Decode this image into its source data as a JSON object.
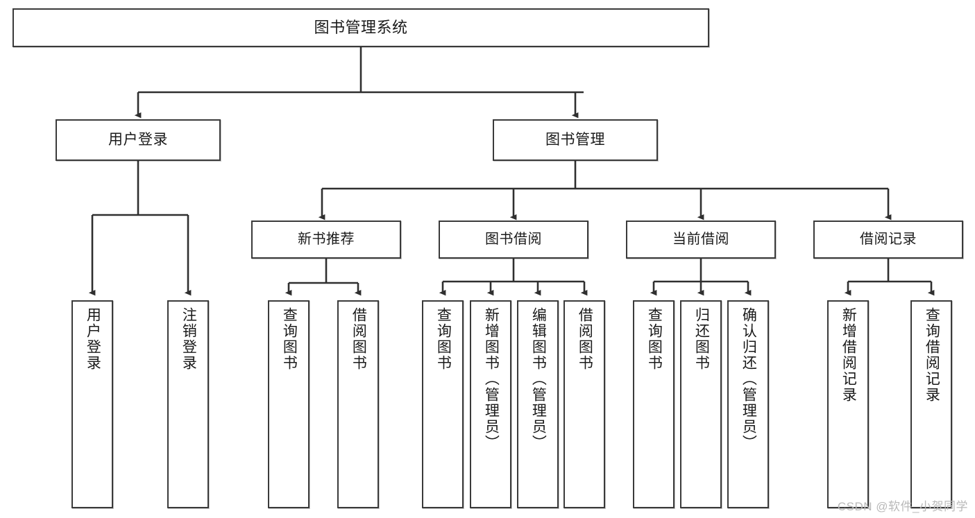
{
  "diagram": {
    "type": "tree",
    "title": "图书管理系统",
    "orientation": "top-down",
    "colors": {
      "box_border": "#3a3a3a",
      "box_fill": "#ffffff",
      "connector": "#2f2f2f",
      "text": "#1a1a1a",
      "watermark": "#b9b9b9"
    },
    "root": {
      "label": "图书管理系统"
    },
    "level2": [
      {
        "label": "用户登录"
      },
      {
        "label": "图书管理"
      }
    ],
    "level3": [
      {
        "label": "新书推荐"
      },
      {
        "label": "图书借阅"
      },
      {
        "label": "当前借阅"
      },
      {
        "label": "借阅记录"
      }
    ],
    "leaves": {
      "user_login": [
        {
          "label": "用户登录"
        },
        {
          "label": "注销登录"
        }
      ],
      "new_book_recommend": [
        {
          "label": "查询图书"
        },
        {
          "label": "借阅图书"
        }
      ],
      "book_borrow": [
        {
          "label": "查询图书"
        },
        {
          "label": "新增图书（管理员）"
        },
        {
          "label": "编辑图书（管理员）"
        },
        {
          "label": "借阅图书"
        }
      ],
      "current_borrow": [
        {
          "label": "查询图书"
        },
        {
          "label": "归还图书"
        },
        {
          "label": "确认归还（管理员）"
        }
      ],
      "borrow_record": [
        {
          "label": "新增借阅记录"
        },
        {
          "label": "查询借阅记录"
        }
      ]
    }
  },
  "watermark": {
    "text": "CSDN @软件_小贺同学"
  }
}
